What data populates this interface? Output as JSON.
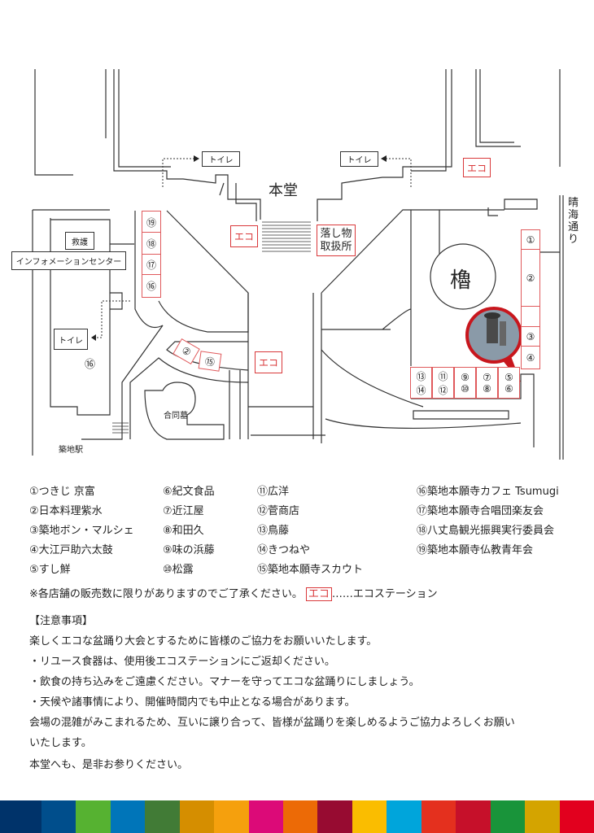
{
  "map": {
    "main_hall": "本堂",
    "toilet": "トイレ",
    "eco": "エコ",
    "lost_found": [
      "落し物",
      "取扱所"
    ],
    "first_aid": "救護",
    "info_center": "インフォメーションセンター",
    "yagura": "櫓",
    "street": "晴海通り",
    "tomb": "合同墓",
    "station": "築地駅",
    "left_building_stall": "⑯",
    "left_column_stalls": [
      "⑲",
      "⑱",
      "⑰",
      "⑯"
    ],
    "curve_stalls": [
      "②",
      "⑮"
    ],
    "right_column_stalls": [
      "①",
      "②",
      "",
      "③",
      "④"
    ],
    "bottom_row_stalls": [
      [
        "⑬",
        "⑭"
      ],
      [
        "⑪",
        "⑫"
      ],
      [
        "⑨",
        "⑩"
      ],
      [
        "⑦",
        "⑧"
      ],
      [
        "⑤",
        "⑥"
      ]
    ]
  },
  "legend": [
    [
      "①つきじ 京富",
      "②日本料理紫水",
      "③築地ボン・マルシェ",
      "④大江戸助六太鼓",
      "⑤すし鮮"
    ],
    [
      "⑥紀文食品",
      "⑦近江屋",
      "⑧和田久",
      "⑨味の浜藤",
      "⑩松露"
    ],
    [
      "⑪広洋",
      "⑫菅商店",
      "⑬鳥藤",
      "⑭きつねや",
      "⑮築地本願寺スカウト"
    ],
    [
      "⑯築地本願寺カフェ Tsumugi",
      "⑰築地本願寺合唱団楽友会",
      "⑱八丈島観光振興実行委員会",
      "⑲築地本願寺仏教青年会"
    ]
  ],
  "note": {
    "text": "※各店舗の販売数に限りがありますのでご了承ください。",
    "eco_badge": "エコ",
    "eco_desc": "……エコステーション"
  },
  "notices": {
    "heading": "【注意事項】",
    "lines": [
      "楽しくエコな盆踊り大会とするために皆様のご協力をお願いいたします。",
      "・リユース食器は、使用後エコステーションにご返却ください。",
      "・飲食の持ち込みをご遠慮ください。マナーを守ってエコな盆踊りにしましょう。",
      "・天候や諸事情により、開催時間内でも中止となる場合があります。",
      "会場の混雑がみこまれるため、互いに譲り合って、皆様が盆踊りを楽しめるようご協力よろしくお願い",
      "いたします。",
      "本堂へも、是非お参りください。"
    ]
  },
  "colors": {
    "eco_red": "#d9383a",
    "bar": [
      "#00336a",
      "#004e8c",
      "#56b231",
      "#0075b9",
      "#417b36",
      "#d58e00",
      "#f5a00d",
      "#dc0a78",
      "#ec6a06",
      "#970b31",
      "#fabd00",
      "#00a5db",
      "#e4301e",
      "#c6102a",
      "#19943a",
      "#d4a400",
      "#e2001e"
    ]
  }
}
